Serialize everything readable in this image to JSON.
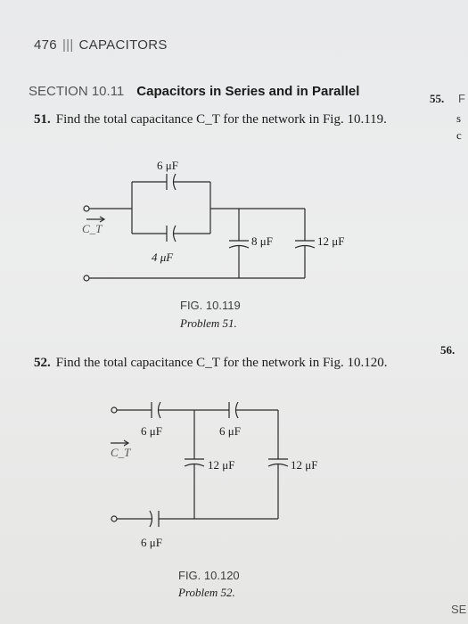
{
  "header": {
    "page": "476",
    "separator": "|||",
    "chapter": "CAPACITORS"
  },
  "section": {
    "number": "SECTION 10.11",
    "title": "Capacitors in Series and in Parallel"
  },
  "problem51": {
    "number": "51.",
    "text": "Find the total capacitance C_T for the network in Fig. 10.119.",
    "caps": {
      "c1": "6 μF",
      "c2": "4 μF",
      "c3": "8 μF",
      "c4": "12 μF"
    },
    "terminal_label": "C_T",
    "fig": "FIG. 10.119",
    "fig_sub": "Problem 51."
  },
  "problem52": {
    "number": "52.",
    "text": "Find the total capacitance C_T for the network in Fig. 10.120.",
    "caps": {
      "c1": "6 μF",
      "c2": "6 μF",
      "c3": "12 μF",
      "c4": "12 μF",
      "c5": "6 μF"
    },
    "terminal_label": "C_T",
    "fig": "FIG. 10.120",
    "fig_sub": "Problem 52."
  },
  "margin": {
    "n55": "55.",
    "f": "F",
    "s": "s",
    "c": "c",
    "n56": "56.",
    "sec": "SE"
  }
}
